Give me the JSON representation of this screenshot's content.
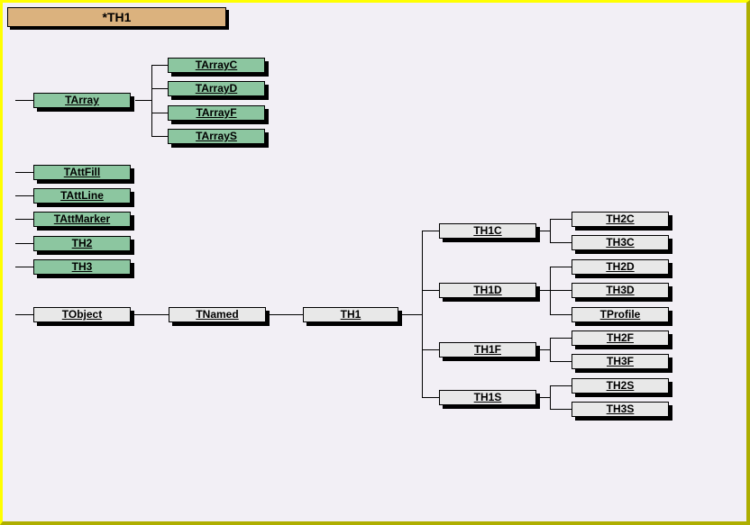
{
  "title": {
    "label": "*TH1"
  },
  "colors": {
    "background": "#F2EFF5",
    "border_light": "#FFFF00",
    "border_dark": "#AEAE00",
    "node_green": "#8CC6A0",
    "node_gray": "#E8E8E8",
    "title_tan": "#DBB27E",
    "line": "#000000",
    "text": "#000000"
  },
  "nodes": {
    "tarray": {
      "label": "TArray",
      "style": "green"
    },
    "tarrayc": {
      "label": "TArrayC",
      "style": "green"
    },
    "tarrayd": {
      "label": "TArrayD",
      "style": "green"
    },
    "tarrayf": {
      "label": "TArrayF",
      "style": "green"
    },
    "tarrays": {
      "label": "TArrayS",
      "style": "green"
    },
    "tattfill": {
      "label": "TAttFill",
      "style": "green"
    },
    "tattline": {
      "label": "TAttLine",
      "style": "green"
    },
    "tattmarker": {
      "label": "TAttMarker",
      "style": "green"
    },
    "th2": {
      "label": "TH2",
      "style": "green"
    },
    "th3": {
      "label": "TH3",
      "style": "green"
    },
    "tobject": {
      "label": "TObject",
      "style": "gray"
    },
    "tnamed": {
      "label": "TNamed",
      "style": "gray"
    },
    "th1": {
      "label": "TH1",
      "style": "gray"
    },
    "th1c": {
      "label": "TH1C",
      "style": "gray"
    },
    "th1d": {
      "label": "TH1D",
      "style": "gray"
    },
    "th1f": {
      "label": "TH1F",
      "style": "gray"
    },
    "th1s": {
      "label": "TH1S",
      "style": "gray"
    },
    "th2c": {
      "label": "TH2C",
      "style": "gray"
    },
    "th3c": {
      "label": "TH3C",
      "style": "gray"
    },
    "th2d": {
      "label": "TH2D",
      "style": "gray"
    },
    "th3d": {
      "label": "TH3D",
      "style": "gray"
    },
    "tprofile": {
      "label": "TProfile",
      "style": "gray"
    },
    "th2f": {
      "label": "TH2F",
      "style": "gray"
    },
    "th3f": {
      "label": "TH3F",
      "style": "gray"
    },
    "th2s": {
      "label": "TH2S",
      "style": "gray"
    },
    "th3s": {
      "label": "TH3S",
      "style": "gray"
    }
  },
  "hierarchy": {
    "roots": [
      "tarray",
      "tattfill",
      "tattline",
      "tattmarker",
      "th2",
      "th3",
      "tobject"
    ],
    "edges": {
      "tarray": [
        "tarrayc",
        "tarrayd",
        "tarrayf",
        "tarrays"
      ],
      "tobject": [
        "tnamed"
      ],
      "tnamed": [
        "th1"
      ],
      "th1": [
        "th1c",
        "th1d",
        "th1f",
        "th1s"
      ],
      "th1c": [
        "th2c",
        "th3c"
      ],
      "th1d": [
        "th2d",
        "th3d",
        "tprofile"
      ],
      "th1f": [
        "th2f",
        "th3f"
      ],
      "th1s": [
        "th2s",
        "th3s"
      ]
    }
  }
}
